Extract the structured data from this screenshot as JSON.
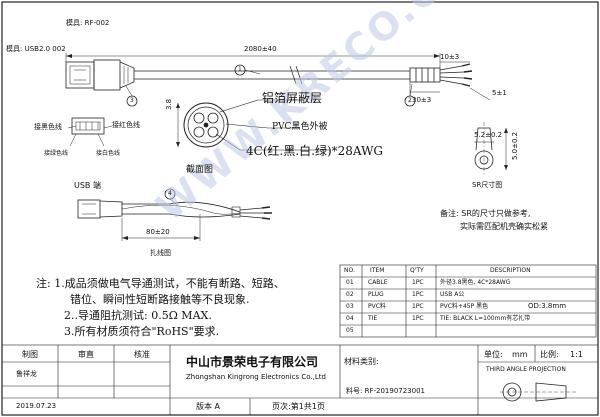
{
  "header": {
    "mold_label": "模具: RF-002",
    "usb_mold_label": "模具: USB2.0  002"
  },
  "dims": {
    "length": "2080±40",
    "end_len": "10±3",
    "strip_len": "30±3",
    "pin_len": "5±1",
    "diameter": "3.8",
    "sr_w": "5.2±0.2",
    "sr_h": "5.0±0.2",
    "tie_len": "80±20"
  },
  "balloons": [
    "1",
    "2",
    "3",
    "4"
  ],
  "section": {
    "shield": "铝箔屏蔽层",
    "jacket": "PVC黑色外被",
    "wires": "4C(红.黑.白.绿)*28AWG",
    "caption": "截面图"
  },
  "connector": {
    "black_label": "接黑色线",
    "red_label": "接红色线",
    "green_label": "接绿色线",
    "white_label": "接白色线"
  },
  "views": {
    "usb_end": "USB 端",
    "tie_caption": "扎线图",
    "sr_caption": "SR尺寸图"
  },
  "note_sr": [
    "备注: SR的尺寸只做参考,",
    "实际需匹配机壳确实松紧"
  ],
  "notes": [
    "注: 1.成品须做电气导通测试，不能有断路、短路、",
    "错位、瞬间性短断路接触等不良现象.",
    "2..导通阻抗测试: 0.5Ω MAX.",
    "3.所有材质须符合\"RoHS\"要求."
  ],
  "bom": {
    "headers": [
      "NO.",
      "ITEM",
      "Q'TY",
      "DESCRIPTION"
    ],
    "rows": [
      [
        "01",
        "CABLE",
        "1PC",
        "外径3.8黑色, 4C*28AWG"
      ],
      [
        "02",
        "PLUG",
        "1PC",
        "USB A公"
      ],
      [
        "03",
        "PVC料",
        "1PC",
        "PVC料+45P 黑色",
        "OD:3.8mm"
      ],
      [
        "04",
        "TIE",
        "1PC",
        "TIE: BLACK L=100mm有芯扎带"
      ],
      [
        "05",
        "",
        "",
        ""
      ]
    ]
  },
  "title_block": {
    "draw": "制图",
    "review": "审直",
    "approve": "核准",
    "drawer_name": "鲁祥龙",
    "company_cn": "中山市景荣电子有限公司",
    "company_en": "Zhongshan Kingrong Electronics Co.,Ltd",
    "material": "材料类别:",
    "unit_label": "单位:",
    "unit": "mm",
    "scale_label": "比例:",
    "scale": "1:1",
    "projection": "THIRD ANGLE PROJECTION",
    "date": "2019.07.23",
    "version": "版本 A",
    "pages": "页次:第1共1页",
    "part_no": "料号: RF-20190723001"
  },
  "watermark": "WWW.KRECO.COM.CN"
}
